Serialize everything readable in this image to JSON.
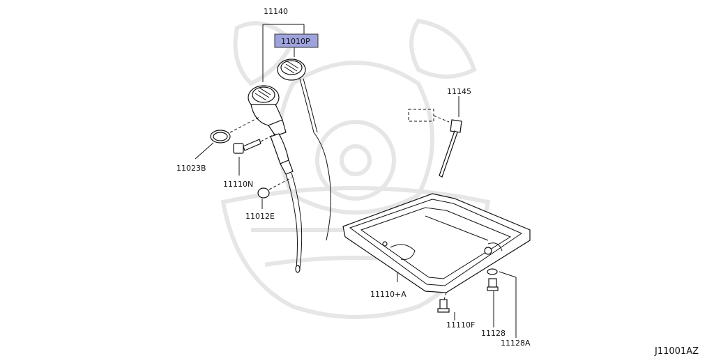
{
  "callouts": {
    "c11140": "11140",
    "c11010P": "11010P",
    "c11023B": "11023B",
    "c11110N": "11110N",
    "c11012E": "11012E",
    "c11145": "11145",
    "c11110A": "11110+A",
    "c11110F": "11110F",
    "c11128": "11128",
    "c11128A": "11128A"
  },
  "diagram_code": "J11001AZ",
  "highlight_color": "#9fa3dd"
}
